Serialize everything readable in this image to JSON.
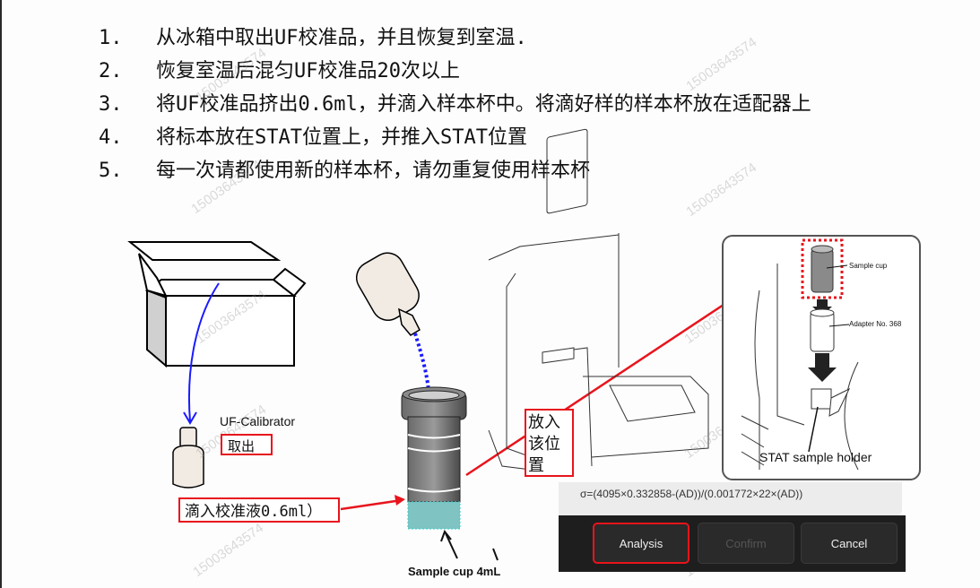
{
  "steps": [
    {
      "num": "1.",
      "text": "从冰箱中取出UF校准品，并且恢复到室温."
    },
    {
      "num": "2.",
      "text": "恢复室温后混匀UF校准品20次以上"
    },
    {
      "num": "3.",
      "text": "将UF校准品挤出0.6ml，并滴入样本杯中。将滴好样的样本杯放在适配器上"
    },
    {
      "num": "4.",
      "text": "将标本放在STAT位置上，并推入STAT位置"
    },
    {
      "num": "5.",
      "text": "每一次请都使用新的样本杯，请勿重复使用样本杯"
    }
  ],
  "watermark": "15003643574",
  "figure": {
    "calibrator_label": "UF-Calibrator",
    "take_out_label": "取出",
    "drip_label": "滴入校准液0.6ml）",
    "sample_cup_label": "Sample cup 4mL",
    "place_here_label": "放入该位置",
    "detail_panel": {
      "sample_cup": "Sample cup",
      "adapter": "Adapter No. 368",
      "holder": "STAT sample holder"
    }
  },
  "dialog": {
    "formula": "σ=(4095×0.332858-(AD))/(0.001772×22×(AD))",
    "buttons": {
      "analysis": "Analysis",
      "confirm": "Confirm",
      "cancel": "Cancel"
    }
  },
  "colors": {
    "highlight_red": "#e8141c",
    "arrow_blue": "#1a1aff",
    "cup_teal": "#7fc3c3"
  }
}
